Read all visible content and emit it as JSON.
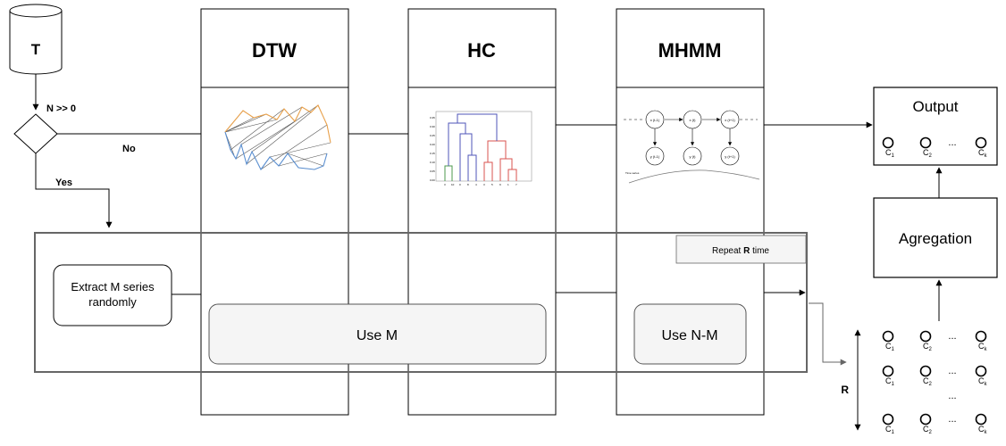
{
  "input": {
    "label": "T"
  },
  "decision": {
    "condition": "N >> 0",
    "no_label": "No",
    "yes_label": "Yes"
  },
  "columns": [
    {
      "title": "DTW"
    },
    {
      "title": "HC"
    },
    {
      "title": "MHMM"
    }
  ],
  "repeat": {
    "prefix": "Repeat ",
    "var": "R",
    "suffix": " time"
  },
  "extract_box": {
    "line1": "Extract M series",
    "line2": "randomly"
  },
  "use_m": "Use M",
  "use_nm": "Use N-M",
  "output": {
    "title": "Output"
  },
  "aggregation": {
    "label": "Agregation"
  },
  "cluster_labels": {
    "c1": "C",
    "c1_sub": "1",
    "c2": "C",
    "c2_sub": "2",
    "ck": "C",
    "ck_sub": "k",
    "ellipsis": "..."
  },
  "r_label": "R",
  "mhmm_thumb": {
    "hidden": [
      "x (t-1)",
      "x (t)",
      "x (t+1)"
    ],
    "observed": [
      "y (t-1)",
      "y (t)",
      "y (t+1)"
    ],
    "axis": "Time series"
  },
  "hc_thumb": {
    "y_ticks": [
      "0.35",
      "0.30",
      "0.25",
      "0.20",
      "0.15",
      "0.10",
      "0.05",
      "0.00"
    ],
    "x_ticks": [
      "3",
      "10",
      "0",
      "8",
      "4",
      "3",
      "5",
      "9",
      "1",
      "7"
    ]
  },
  "colors": {
    "stroke": "#000000",
    "frame": "#666666",
    "box_fill": "#f5f5f5",
    "dtw_orange": "#e8a04a",
    "dtw_blue": "#5b8fd0",
    "hc_green": "#4c9a4c",
    "hc_blue": "#4f56b8",
    "hc_red": "#d9534f"
  }
}
